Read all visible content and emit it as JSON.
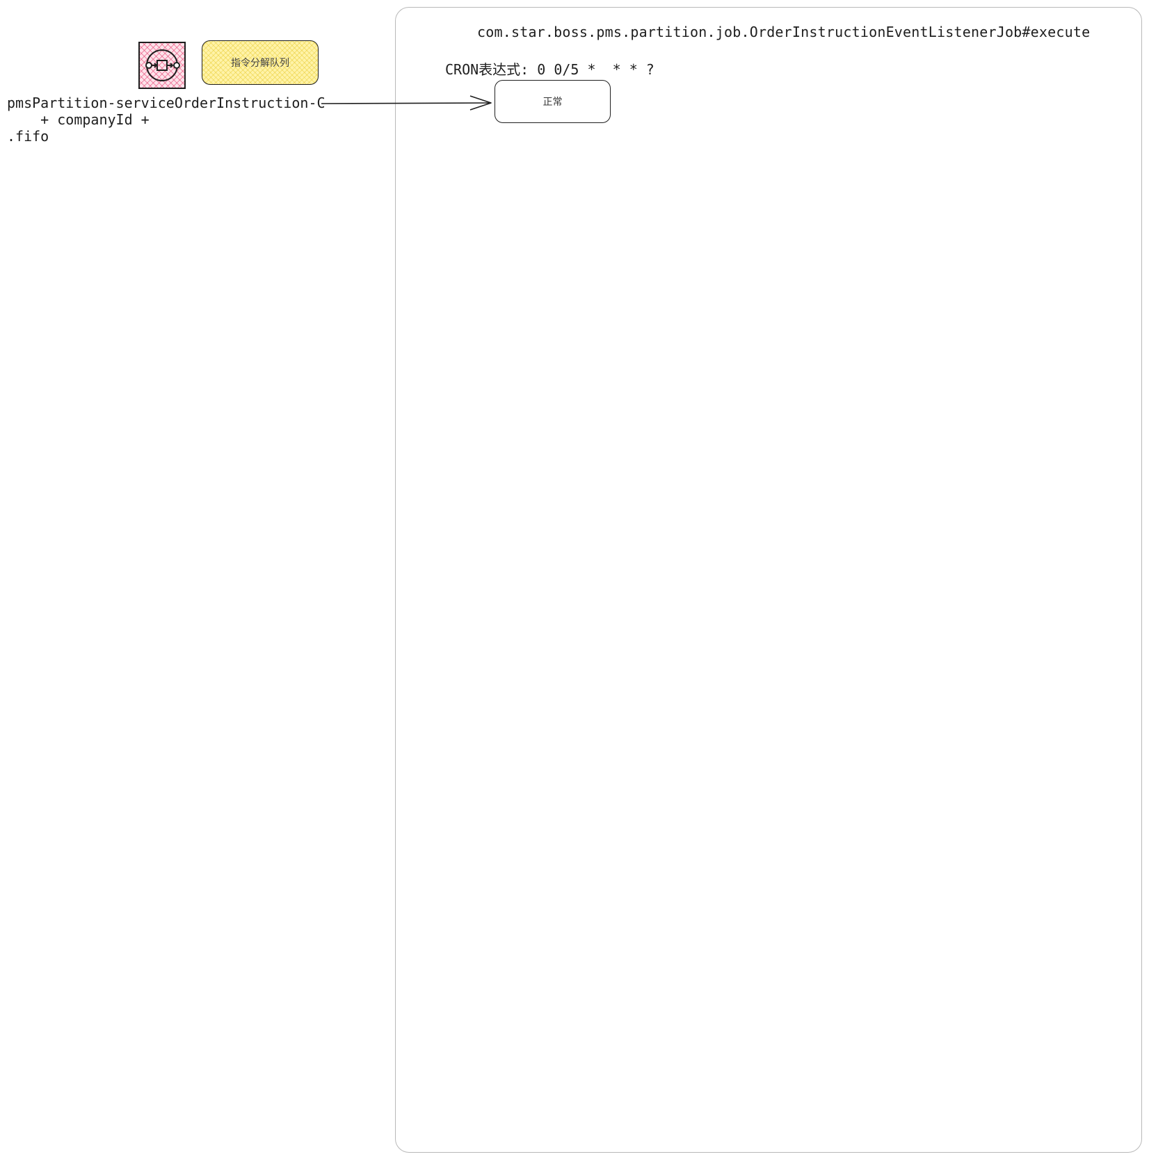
{
  "diagram": {
    "job_frame": {
      "title": "com.star.boss.pms.partition.job.OrderInstructionEventListenerJob#execute",
      "cron_label": "CRON表达式: 0 0/5 *  * * ?",
      "state_label": "正常"
    },
    "queue": {
      "icon": "queue-icon",
      "label": "指令分解队列",
      "name_lines": [
        "pmsPartition-serviceOrderInstruction-C",
        "    + companyId +",
        ".fifo"
      ]
    },
    "colors": {
      "stroke": "#1e1e1e",
      "frame_border": "#b8b8b8",
      "label_fill": "#fff3a8",
      "icon_fill": "#fde3ea",
      "icon_hatch": "#e63c6e"
    }
  }
}
